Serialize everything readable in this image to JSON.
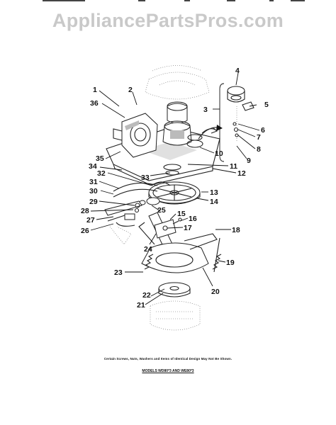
{
  "watermark": "AppliancePartsPros.com",
  "note": "Certain Screws, Nuts, Washers and Items of Identical Design May Not Be Shown.",
  "models": "MODELS WD80*3 AND WE80*3",
  "callouts": [
    "1",
    "2",
    "3",
    "4",
    "5",
    "6",
    "7",
    "8",
    "9",
    "10",
    "11",
    "12",
    "13",
    "14",
    "15",
    "16",
    "17",
    "18",
    "19",
    "20",
    "21",
    "22",
    "23",
    "24",
    "25",
    "26",
    "27",
    "28",
    "29",
    "30",
    "31",
    "32",
    "33",
    "34",
    "35",
    "36"
  ]
}
